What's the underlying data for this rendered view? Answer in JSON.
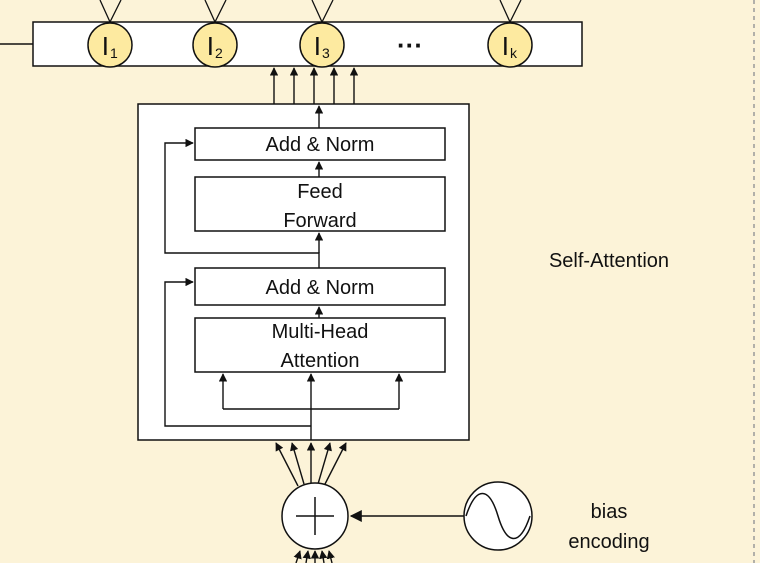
{
  "token_row": {
    "tokens": [
      {
        "base": "I",
        "sub": "1"
      },
      {
        "base": "I",
        "sub": "2"
      },
      {
        "base": "I",
        "sub": "3"
      },
      {
        "base": "I",
        "sub": "k"
      }
    ],
    "ellipsis": "···"
  },
  "encoder": {
    "add_norm_top": "Add & Norm",
    "feed_forward_line1": "Feed",
    "feed_forward_line2": "Forward",
    "add_norm_bottom": "Add & Norm",
    "mha_line1": "Multi-Head",
    "mha_line2": "Attention"
  },
  "side_label": "Self-Attention",
  "bias": {
    "line1": "bias",
    "line2": "encoding"
  },
  "colors": {
    "background": "#fcf3d8",
    "token_fill": "#fdeaa0",
    "box_fill": "#ffffff",
    "stroke": "#111111",
    "dashed_border": "#999999"
  }
}
